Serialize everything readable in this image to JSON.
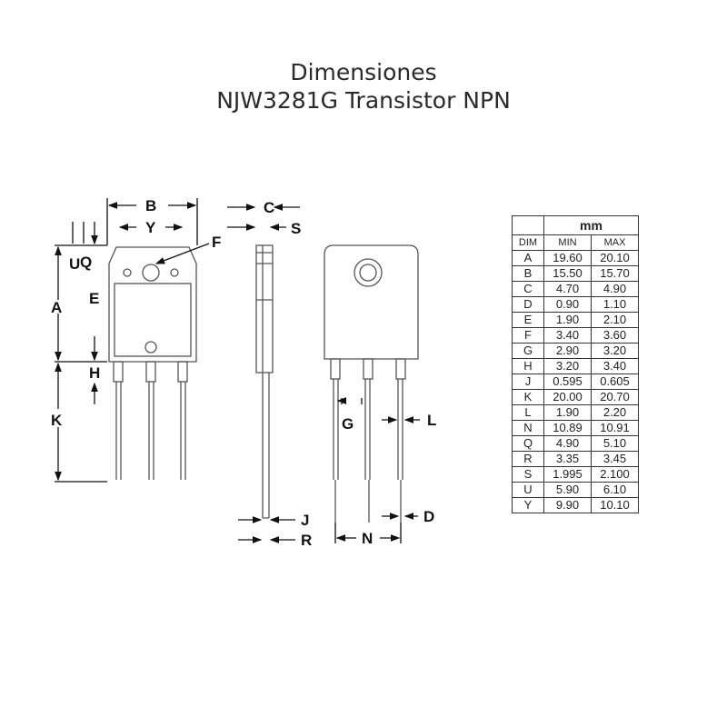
{
  "title": {
    "line1": "Dimensiones",
    "line2": "NJW3281G Transistor NPN"
  },
  "diagram_labels": {
    "B": "B",
    "Y": "Y",
    "F": "F",
    "U": "U",
    "Q": "Q",
    "E": "E",
    "A": "A",
    "H": "H",
    "K": "K",
    "C": "C",
    "S": "S",
    "J": "J",
    "R": "R",
    "G": "G",
    "L": "L",
    "N": "N",
    "D": "D"
  },
  "table": {
    "unit": "mm",
    "headers": [
      "DIM",
      "MIN",
      "MAX"
    ],
    "rows": [
      [
        "A",
        "19.60",
        "20.10"
      ],
      [
        "B",
        "15.50",
        "15.70"
      ],
      [
        "C",
        "4.70",
        "4.90"
      ],
      [
        "D",
        "0.90",
        "1.10"
      ],
      [
        "E",
        "1.90",
        "2.10"
      ],
      [
        "F",
        "3.40",
        "3.60"
      ],
      [
        "G",
        "2.90",
        "3.20"
      ],
      [
        "H",
        "3.20",
        "3.40"
      ],
      [
        "J",
        "0.595",
        "0.605"
      ],
      [
        "K",
        "20.00",
        "20.70"
      ],
      [
        "L",
        "1.90",
        "2.20"
      ],
      [
        "N",
        "10.89",
        "10.91"
      ],
      [
        "Q",
        "4.90",
        "5.10"
      ],
      [
        "R",
        "3.35",
        "3.45"
      ],
      [
        "S",
        "1.995",
        "2.100"
      ],
      [
        "U",
        "5.90",
        "6.10"
      ],
      [
        "Y",
        "9.90",
        "10.10"
      ]
    ]
  }
}
